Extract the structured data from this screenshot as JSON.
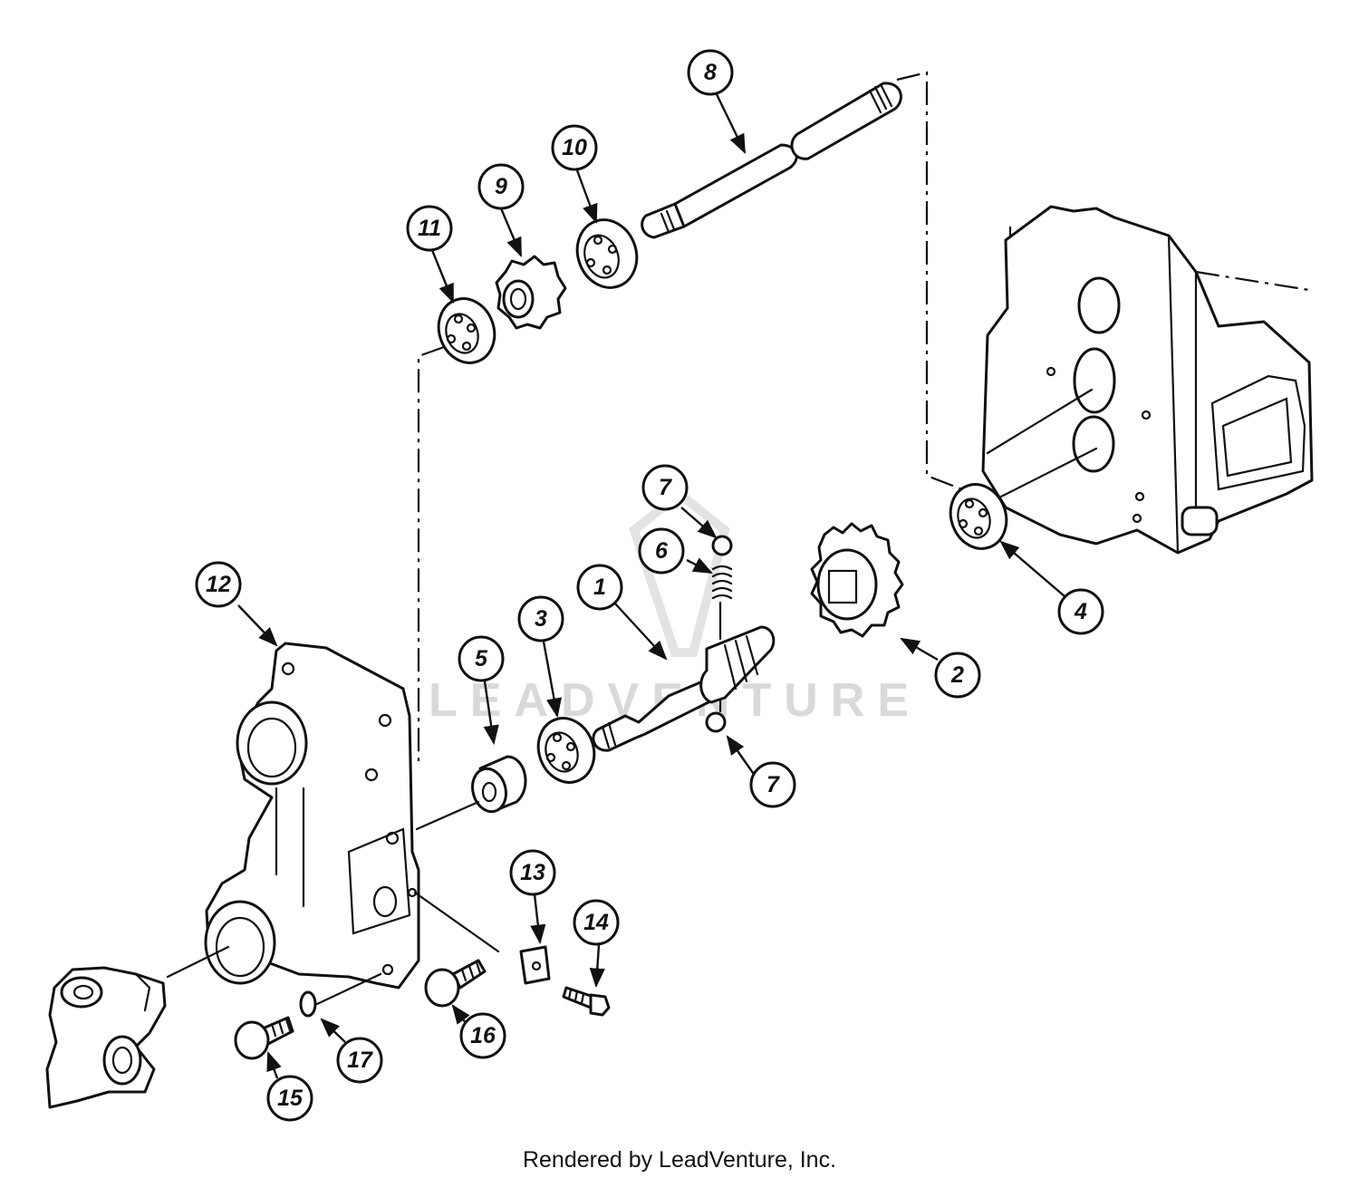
{
  "watermark": "LEADVENTURE",
  "footer_text": "Rendered by LeadVenture, Inc.",
  "callouts": [
    "1",
    "2",
    "3",
    "4",
    "5",
    "6",
    "7",
    "8",
    "9",
    "10",
    "11",
    "12",
    "13",
    "14",
    "15",
    "16",
    "17"
  ],
  "colors": {
    "ink": "#111111",
    "paper": "#ffffff",
    "watermark": "#d9d9d9"
  }
}
